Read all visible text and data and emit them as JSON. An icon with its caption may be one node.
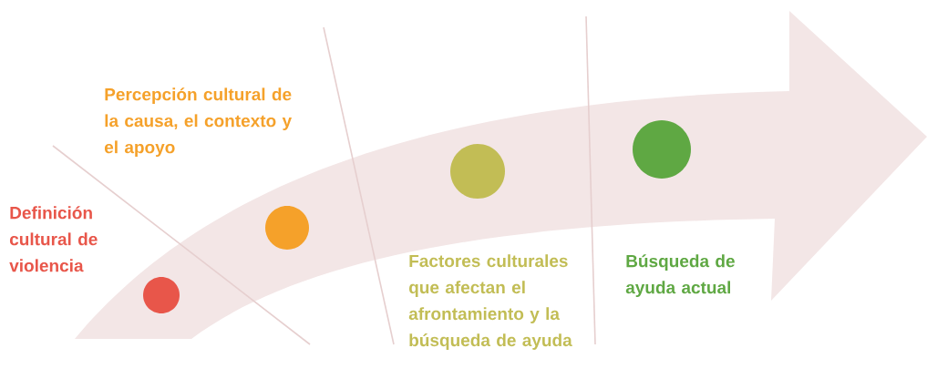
{
  "diagram": {
    "nodes": [
      {
        "text": [],
        "shape": "circle"
      },
      {
        "text": [],
        "shape": "circle"
      },
      {
        "text": [],
        "shape": "circle"
      },
      {
        "text": [],
        "shape": "circle"
      }
    ],
    "labels": [
      "Percepción cultural de la causa, el contexto y el apoyo",
      "Definición cultural de violencia",
      "Factores culturales que afectan el afrontamiento y la búsqueda de ayuda",
      "Búsqueda de ayuda actual"
    ]
  }
}
